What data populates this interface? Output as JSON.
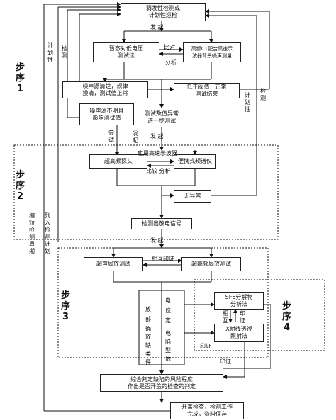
{
  "boxes": {
    "top": "弱发性检测或\n计划性巡检",
    "fixed_tester": "暂态对低电压\n测试法",
    "hfct": "高频CT配合高速示\n波器背景噪声测量",
    "noise_clear": "噪声源清楚，规律\n摸清，测试值正常",
    "low_threshold": "低于阀值，正常\n测试结束",
    "noise_unclear": "噪声源不明且\n影响测试值",
    "abnormal": "测试数值异常\n进一步测试",
    "uhf_probe": "超高频探头",
    "portable_spectrum": "便携式频谱仪",
    "no_abnormal": "无异常",
    "detect_signal": "检测出放电信号",
    "ultrasonic": "超声局放测试",
    "uhf_test": "超高频局放测试",
    "sf6": "SF6分解物\n分析法",
    "xray": "X射线透视\n照射法",
    "final_judge": "综合判定缺陷的风险程度\n作出是否开盖的检查的判定",
    "end": "开盖检查，检测工作\n完成，资料保存"
  },
  "labels": {
    "fa_qi_1": "发  起",
    "bi_dui": "比对",
    "fen_xi_1": "分析",
    "fa_qi_2": "发  起",
    "hsscope": "应用高速示波器",
    "bijiao_fenxi": "比较  分析",
    "fa_qi_3": "发  起",
    "mutual_1": "相互印证",
    "yin_zheng_1": "印证",
    "yin_zheng_2": "印证"
  },
  "vlabels": {
    "ji_hua_xing_l": "计划性",
    "jian_ce_l": "检测",
    "ji_hua_xing_r": "计划性",
    "jian_ce_r": "检测",
    "chang_shi": "尝试",
    "fa_qi_v": "发起",
    "suo_duan": "缩短检测周期",
    "lie_ru": "列入检测计划",
    "cat_pos": "放部确",
    "cat_pos2": "电位定",
    "cat_type": "放缺类评",
    "cat_type2": "电陷型估",
    "xiang_hu": "相互",
    "yin_zheng_v": "印证"
  },
  "steps": {
    "s1": "步\n序\n1",
    "s2": "步\n序\n2",
    "s3": "步\n序\n3",
    "s4": "步\n序\n4"
  }
}
